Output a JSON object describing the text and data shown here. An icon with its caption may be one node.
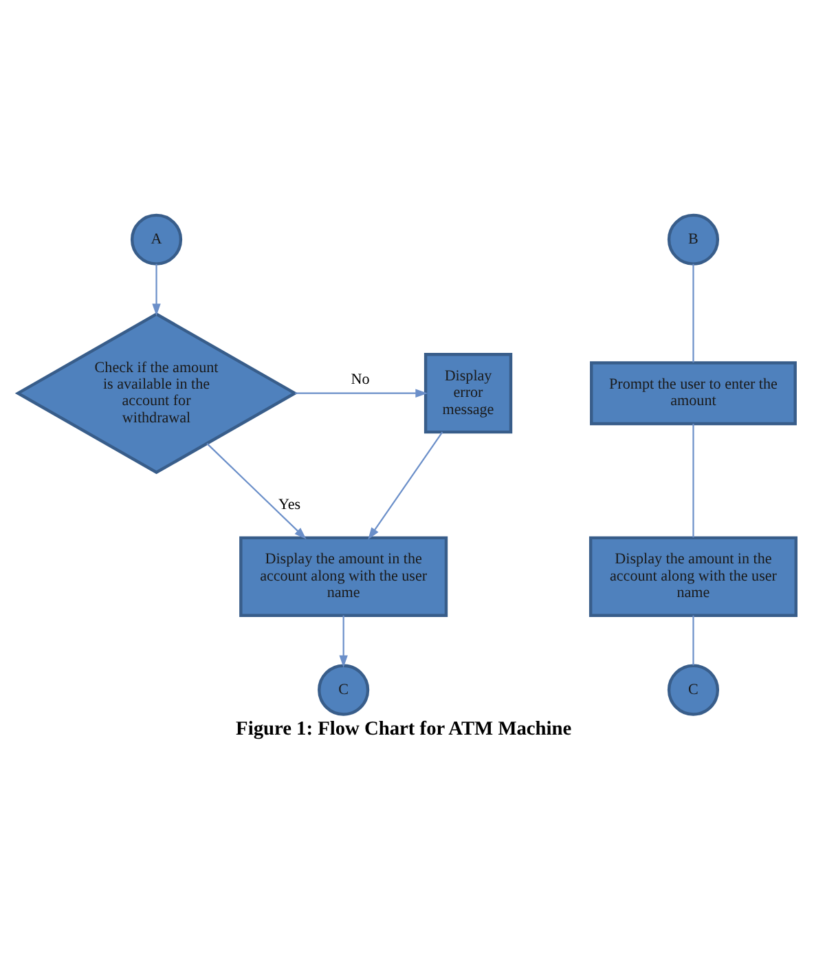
{
  "diagram": {
    "caption": "Figure 1: Flow Chart for ATM Machine",
    "nodes": [
      {
        "text": [
          "A"
        ]
      },
      {
        "text": [
          "Check if the amount is available in the account for withdrawal"
        ]
      },
      {
        "text": [
          "Display error message"
        ]
      },
      {
        "text": [
          "Display the amount in the account along with the user name"
        ]
      },
      {
        "text": [
          "C"
        ]
      },
      {
        "text": [
          "B"
        ]
      },
      {
        "text": [
          "Prompt the user to enter the amount"
        ]
      },
      {
        "text": [
          "Display the amount in the account along with the user name"
        ]
      },
      {
        "text": [
          "C"
        ]
      }
    ],
    "edges": [
      {
        "from": 0,
        "to": 1,
        "arrow": "to"
      },
      {
        "from": 1,
        "to": 2,
        "arrow": "to",
        "label": "No"
      },
      {
        "from": 1,
        "to": 3,
        "arrow": "to",
        "label": "Yes"
      },
      {
        "from": 2,
        "to": 3,
        "arrow": "to"
      },
      {
        "from": 3,
        "to": 4,
        "arrow": "to"
      },
      {
        "from": 5,
        "to": 6,
        "arrow": "none"
      },
      {
        "from": 6,
        "to": 7,
        "arrow": "none"
      },
      {
        "from": 7,
        "to": 8,
        "arrow": "none"
      }
    ]
  }
}
